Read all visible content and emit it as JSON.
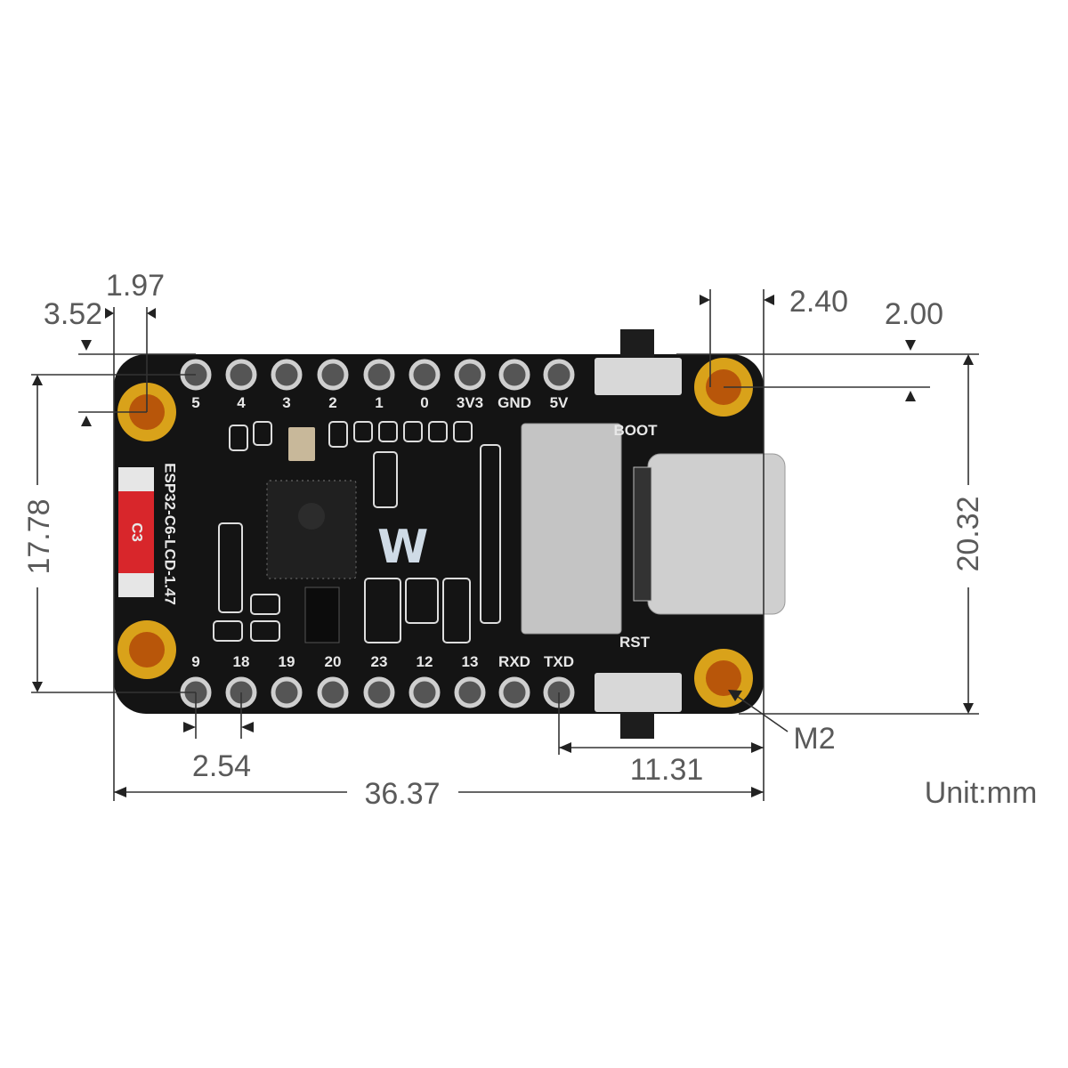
{
  "board": {
    "model_label": "ESP32-C6-LCD-1.47",
    "chip_variant_label": "C3",
    "top_pins": [
      "5",
      "4",
      "3",
      "2",
      "1",
      "0",
      "3V3",
      "GND",
      "5V"
    ],
    "bottom_pins": [
      "9",
      "18",
      "19",
      "20",
      "23",
      "12",
      "13",
      "RXD",
      "TXD"
    ],
    "boot_label": "BOOT",
    "reset_label": "RST",
    "colors": {
      "pcb": "#141414",
      "gold": "#d9a21a",
      "silver": "#c9c9c9",
      "red_label": "#d8262b"
    }
  },
  "dimensions": {
    "hole_offset_x": "1.97",
    "hole_offset_y_left": "3.52",
    "pin_header_span": "17.78",
    "pin_pitch": "2.54",
    "board_length": "36.37",
    "txd_to_edge": "11.31",
    "hole_offset_x_right": "2.40",
    "hole_offset_y_right": "2.00",
    "board_width": "20.32",
    "mount_hole": "M2"
  },
  "unit_label": "Unit:mm"
}
